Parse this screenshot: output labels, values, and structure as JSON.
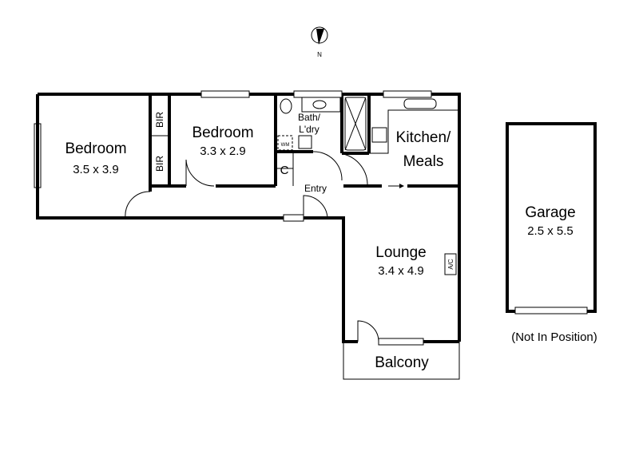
{
  "plan": {
    "compass": {
      "icon": "north-arrow-icon",
      "label": "N"
    },
    "rooms": {
      "bedroom1": {
        "name": "Bedroom",
        "size": "3.5 x 3.9"
      },
      "bir1": {
        "name": "BIR"
      },
      "bir2": {
        "name": "BIR"
      },
      "bedroom2": {
        "name": "Bedroom",
        "size": "3.3 x 2.9"
      },
      "bath": {
        "name_line1": "Bath/",
        "name_line2": "L'dry"
      },
      "wm": {
        "name": "WM"
      },
      "cupboard": {
        "name": "C"
      },
      "entry": {
        "name": "Entry"
      },
      "kitchen": {
        "name_line1": "Kitchen/",
        "name_line2": "Meals"
      },
      "lounge": {
        "name": "Lounge",
        "size": "3.4 x 4.9"
      },
      "ac": {
        "name": "A/C"
      },
      "balcony": {
        "name": "Balcony"
      },
      "garage": {
        "name": "Garage",
        "size": "2.5 x 5.5",
        "note": "(Not In Position)"
      }
    }
  }
}
